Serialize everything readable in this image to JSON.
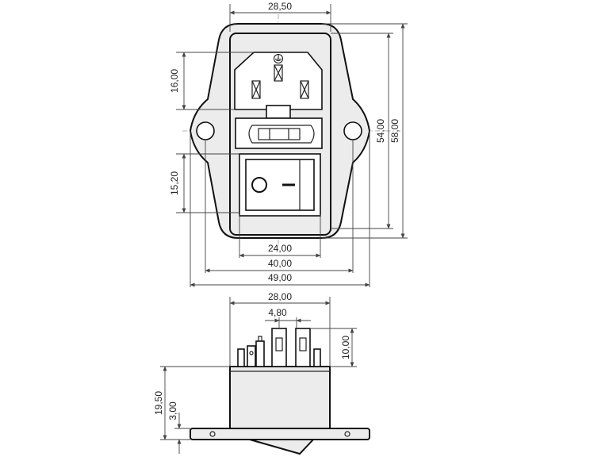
{
  "dimensions": {
    "width_top": "28,50",
    "width_24": "24,00",
    "width_40": "40,00",
    "width_49": "49,00",
    "height_16": "16,00",
    "height_15_2": "15,20",
    "height_54": "54,00",
    "height_58": "58,00",
    "width_side": "28,00",
    "pin_spacing": "4,80",
    "pin_height": "10,00",
    "depth_19_5": "19,50",
    "flange_3": "3,00"
  },
  "switch": {
    "on_symbol": "I",
    "off_symbol": "O"
  },
  "colors": {
    "line": "#111111",
    "body_fill": "#ececec",
    "dimension_line": "#444444"
  }
}
